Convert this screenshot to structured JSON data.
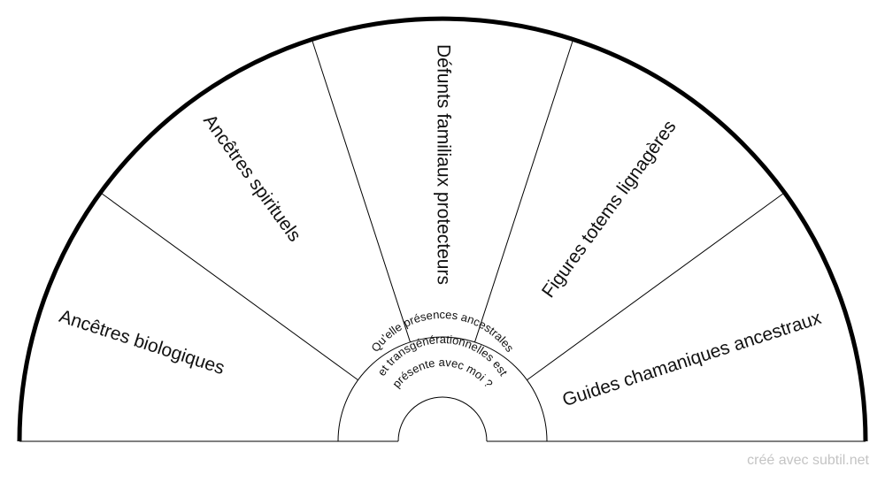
{
  "diagram": {
    "sectors": [
      {
        "label": "Ancêtres biologiques"
      },
      {
        "label": "Ancêtres spirituels"
      },
      {
        "label": "Défunts familiaux protecteurs"
      },
      {
        "label": "Figures totems lignagères"
      },
      {
        "label": "Guides chamaniques ancestraux"
      }
    ],
    "center_question": {
      "line1": "Qu'elle présences ancestrales",
      "line2": "et transgénérationnelles est",
      "line3": "présente avec moi ?"
    }
  },
  "footer": {
    "credit": "créé avec subtil.net"
  },
  "colors": {
    "stroke": "#000000",
    "text": "#111111",
    "credit": "#c4c4c4",
    "background": "#ffffff"
  }
}
